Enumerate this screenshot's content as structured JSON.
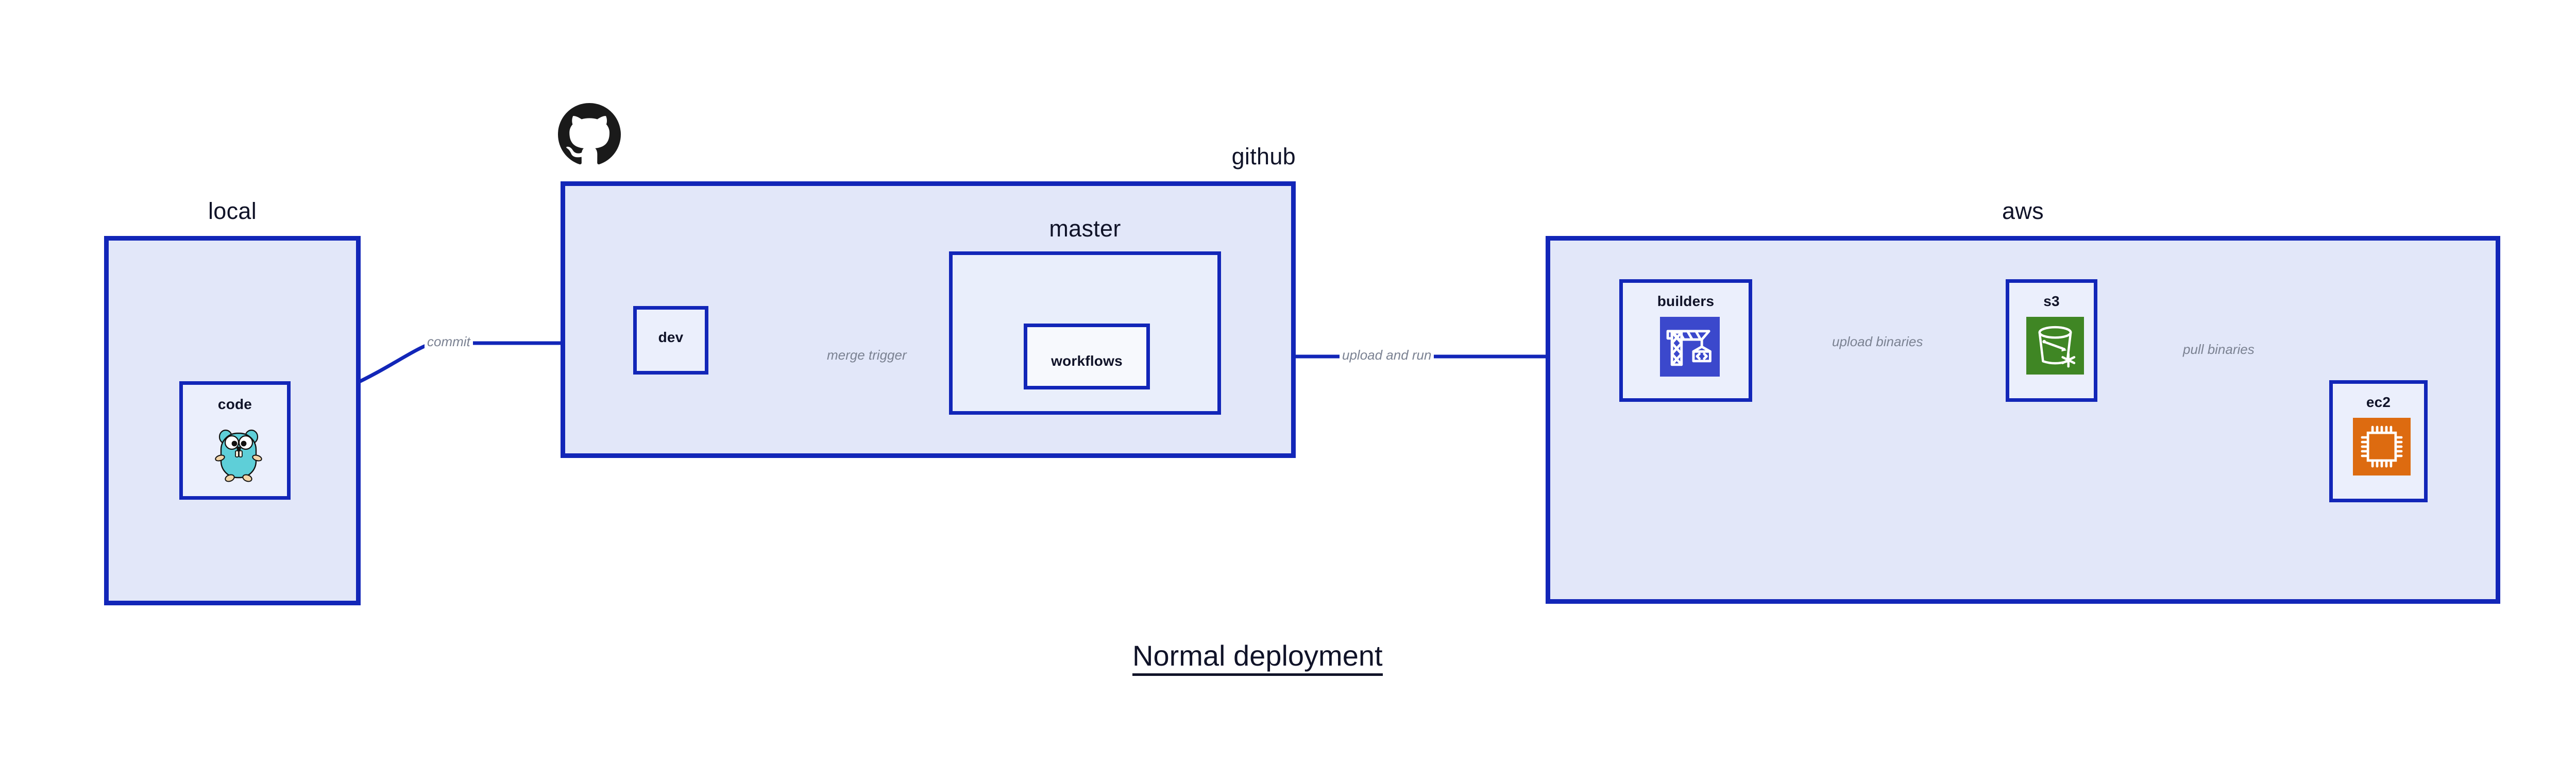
{
  "title": {
    "text": "Normal deployment"
  },
  "colors": {
    "edge": "#1226b8",
    "group_fill": "#e2e7f9",
    "node_fill": "#ebeffc",
    "label_text": "#101328",
    "edge_label_text": "#7b8292",
    "github_logo": "#1a1a1a",
    "gopher_body": "#5ecfd8",
    "codebuild_purple": "#3b48cc",
    "s3_green": "#3f8624",
    "ec2_orange": "#dd6b10"
  },
  "groups": [
    {
      "key": "local",
      "label": "local",
      "label_align": "center"
    },
    {
      "key": "github",
      "label": "github",
      "label_align": "right"
    },
    {
      "key": "master",
      "label": "master",
      "label_align": "center"
    },
    {
      "key": "aws",
      "label": "aws",
      "label_align": "center"
    }
  ],
  "nodes": [
    {
      "key": "code",
      "label": "code",
      "icon": "go-gopher-icon"
    },
    {
      "key": "dev",
      "label": "dev",
      "icon": null
    },
    {
      "key": "workflows",
      "label": "workflows",
      "icon": null
    },
    {
      "key": "builders",
      "label": "builders",
      "icon": "aws-codebuild-icon"
    },
    {
      "key": "s3",
      "label": "s3",
      "icon": "aws-s3-icon"
    },
    {
      "key": "ec2",
      "label": "ec2",
      "icon": "aws-ec2-icon"
    }
  ],
  "edges": [
    {
      "key": "commit",
      "label": "commit",
      "from": "code",
      "to": "dev"
    },
    {
      "key": "merge_trigger",
      "label": "merge trigger",
      "from": "dev",
      "to": "workflows"
    },
    {
      "key": "upload_and_run",
      "label": "upload and run",
      "from": "workflows",
      "to": "builders"
    },
    {
      "key": "upload_binaries",
      "label": "upload binaries",
      "from": "builders",
      "to": "s3"
    },
    {
      "key": "pull_binaries",
      "label": "pull binaries",
      "from": "s3",
      "to": "ec2"
    }
  ],
  "logos": [
    {
      "key": "github_octocat",
      "icon": "github-octocat-icon"
    }
  ]
}
